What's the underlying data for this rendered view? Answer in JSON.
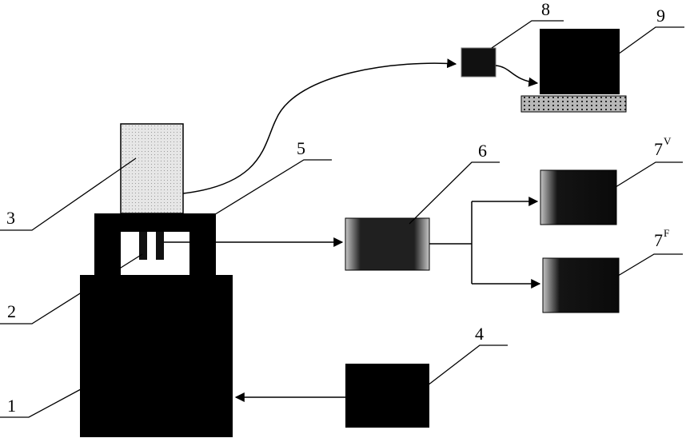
{
  "labels": {
    "l1": "1",
    "l2": "2",
    "l3": "3",
    "l4": "4",
    "l5": "5",
    "l6": "6",
    "l7v_main": "7",
    "l7v_sup": "V",
    "l7f_main": "7",
    "l7f_sup": "F",
    "l8": "8",
    "l9": "9"
  },
  "colors": {
    "block": "#000000",
    "light_box": "#d8d8d8",
    "stroke": "#000000"
  }
}
